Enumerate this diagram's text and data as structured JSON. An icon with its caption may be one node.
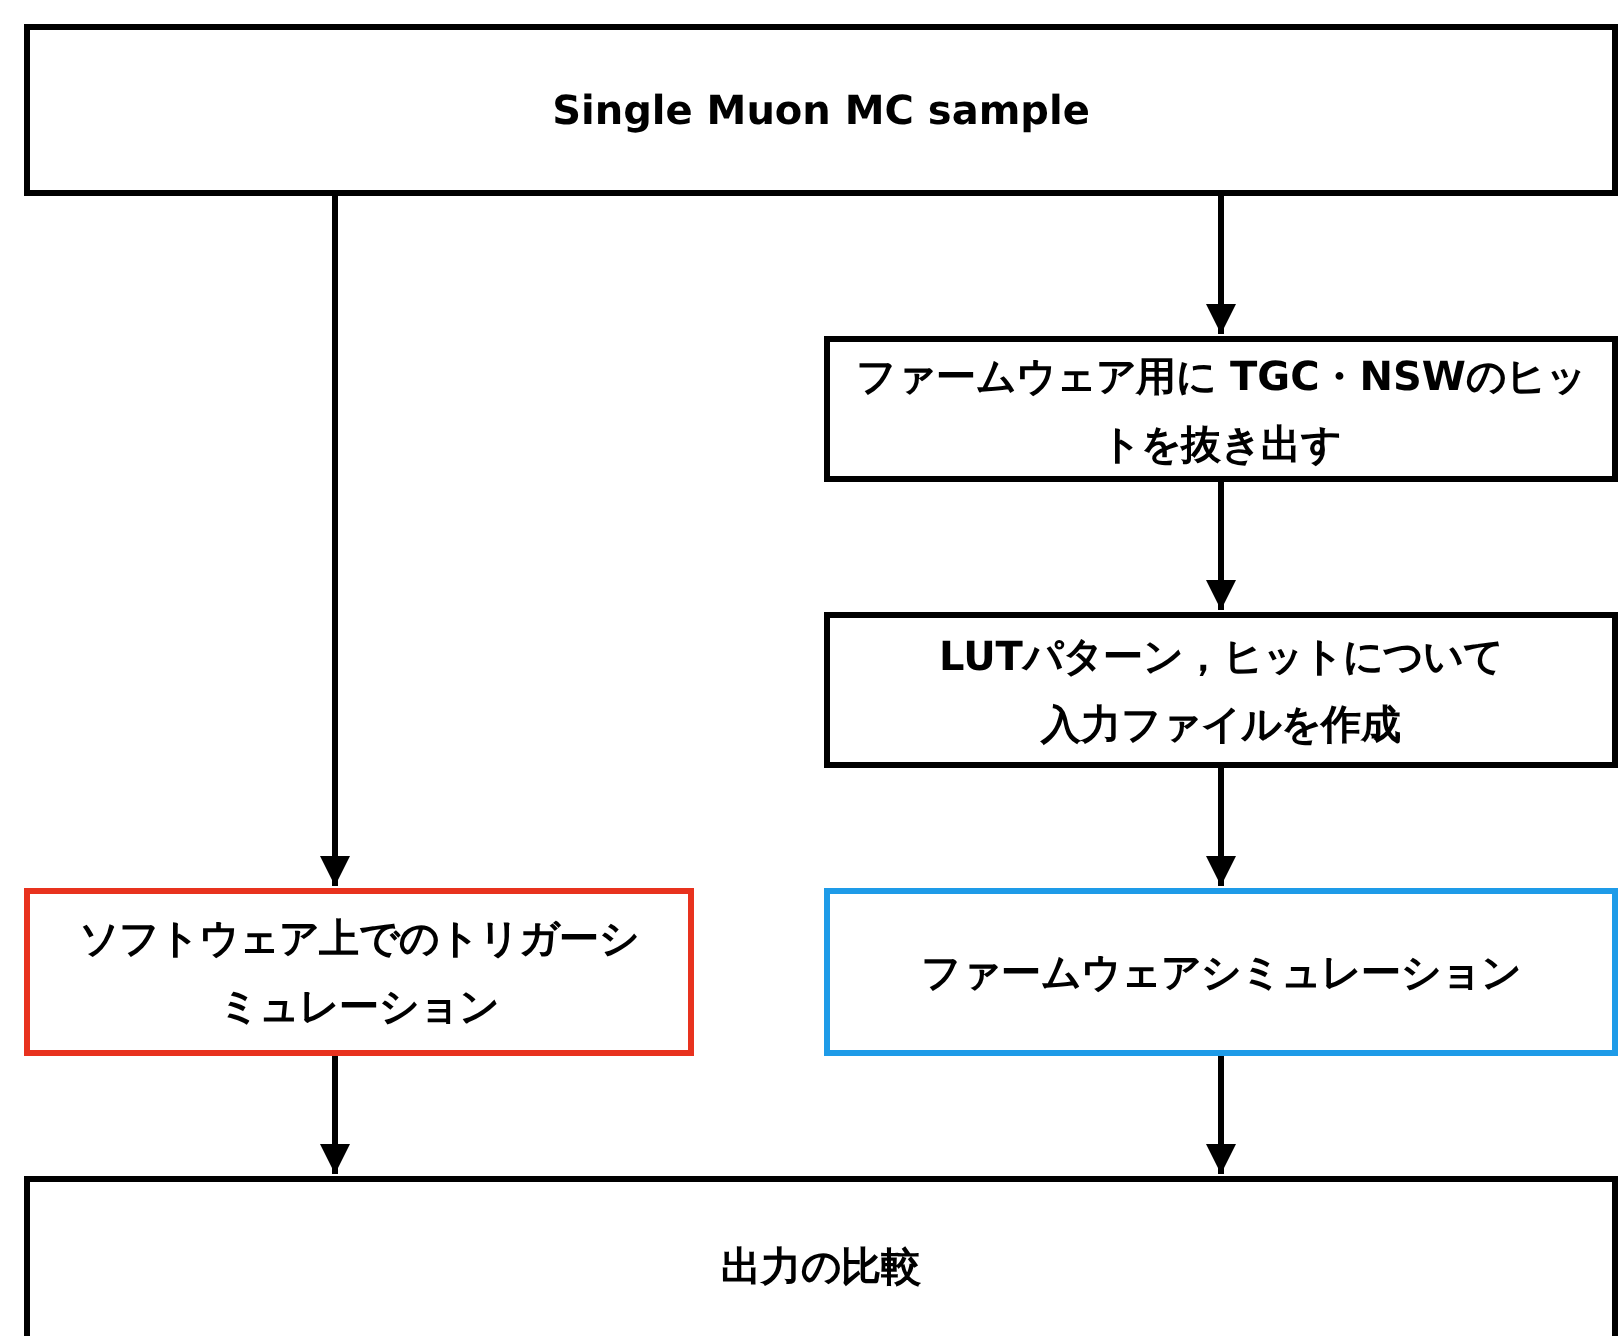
{
  "diagram": {
    "nodes": [
      {
        "text": [
          "Single Muon MC sample"
        ]
      },
      {
        "text": [
          "ファームウェア用に TGC・NSWのヒットを抜き出す"
        ]
      },
      {
        "text": [
          "LUTパターン，ヒットについて入力ファイルを作成"
        ]
      },
      {
        "text": [
          "ソフトウェア上でのトリガーシミュレーション"
        ]
      },
      {
        "text": [
          "ファームウェアシミュレーション"
        ]
      },
      {
        "text": [
          "出力の比較"
        ]
      }
    ],
    "edges": [
      {
        "from": 0,
        "to": 3,
        "arrow": "to"
      },
      {
        "from": 0,
        "to": 1,
        "arrow": "to"
      },
      {
        "from": 1,
        "to": 2,
        "arrow": "to"
      },
      {
        "from": 2,
        "to": 4,
        "arrow": "to"
      },
      {
        "from": 3,
        "to": 5,
        "arrow": "to"
      },
      {
        "from": 4,
        "to": 5,
        "arrow": "to"
      }
    ]
  }
}
